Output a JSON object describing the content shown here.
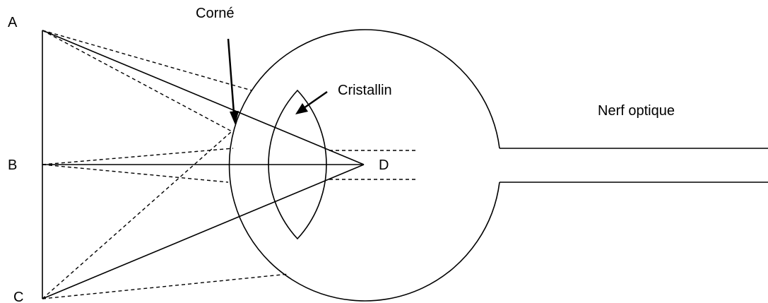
{
  "labels": {
    "point_a": "A",
    "point_b": "B",
    "point_c": "C",
    "point_d": "D",
    "cornea": "Corné",
    "lens": "Cristallin",
    "optic_nerve": "Nerf optique"
  }
}
